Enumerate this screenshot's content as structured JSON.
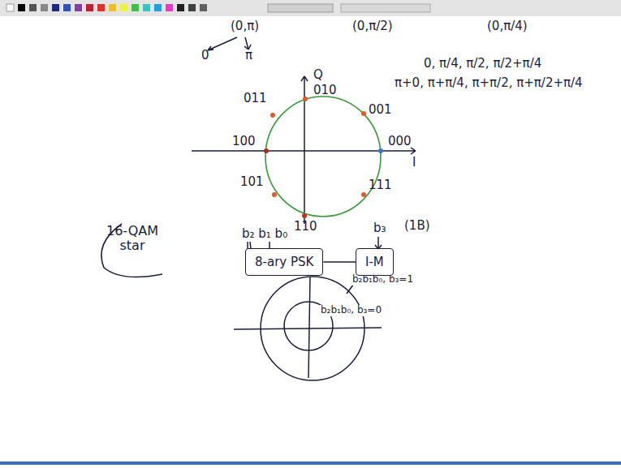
{
  "diagram": {
    "nodes": [
      {
        "text": [
          "8-ary PSK"
        ]
      },
      {
        "text": [
          "I-M"
        ]
      }
    ],
    "edges": [
      {
        "from": 0,
        "to": 1,
        "arrow": "none"
      }
    ],
    "labels": [
      "(0,π)",
      "0",
      "π",
      "(0,π/2)",
      "(0,π/4)",
      "0, π/4, π/2, π/2+π/4",
      "π+0, π+π/4, π+π/2, π+π/2+π/4",
      "Q",
      "011",
      "010",
      "001",
      "100",
      "000",
      "I",
      "101",
      "111",
      "110",
      "b₂ b₁ b₀",
      "b₃",
      "(1B)",
      "16-QAM star",
      "b₂b₁b₀, b₃=1",
      "b₂b₁b₀, b₃=0"
    ]
  }
}
